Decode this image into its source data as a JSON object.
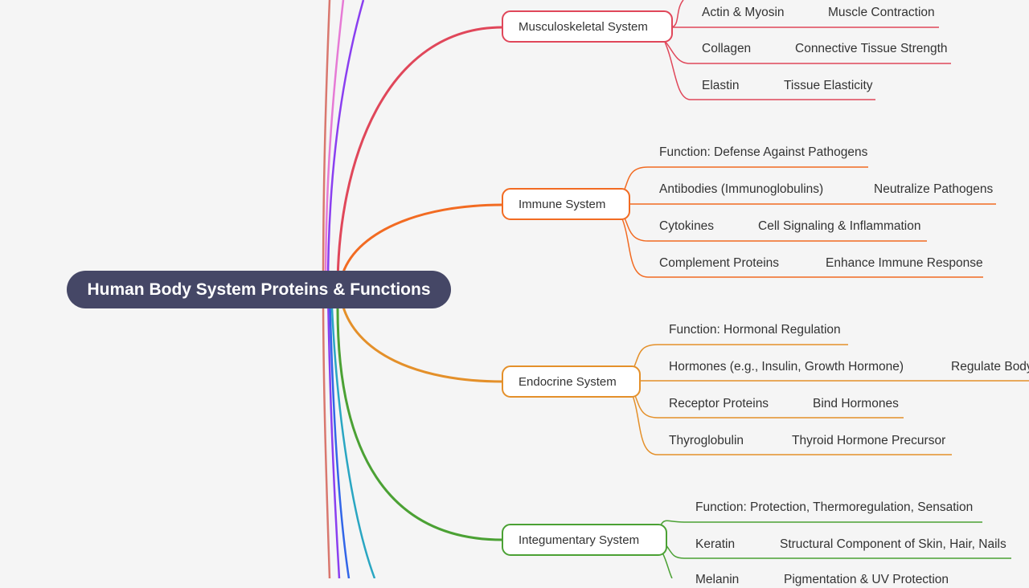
{
  "root": {
    "label": "Human Body System Proteins & Functions"
  },
  "colors": {
    "root_bg": "#454766",
    "musculoskeletal": "#e0475a",
    "immune": "#f26b22",
    "endocrine": "#e4902a",
    "integumentary": "#4ba134",
    "edge_lines": [
      "#d9776e",
      "#e67ad5",
      "#8a3ff0",
      "#3266e8",
      "#2aa6c2"
    ]
  },
  "branches": {
    "musculoskeletal": {
      "label": "Musculoskeletal System",
      "items": [
        {
          "protein": "Actin & Myosin",
          "function": "Muscle Contraction"
        },
        {
          "protein": "Collagen",
          "function": "Connective Tissue Strength"
        },
        {
          "protein": "Elastin",
          "function": "Tissue Elasticity"
        }
      ]
    },
    "immune": {
      "label": "Immune System",
      "function": "Function: Defense Against Pathogens",
      "items": [
        {
          "protein": "Antibodies (Immunoglobulins)",
          "function": "Neutralize Pathogens"
        },
        {
          "protein": "Cytokines",
          "function": "Cell Signaling & Inflammation"
        },
        {
          "protein": "Complement Proteins",
          "function": "Enhance Immune Response"
        }
      ]
    },
    "endocrine": {
      "label": "Endocrine System",
      "function": "Function: Hormonal Regulation",
      "items": [
        {
          "protein": "Hormones (e.g., Insulin, Growth Hormone)",
          "function": "Regulate Body"
        },
        {
          "protein": "Receptor Proteins",
          "function": "Bind Hormones"
        },
        {
          "protein": "Thyroglobulin",
          "function": "Thyroid Hormone Precursor"
        }
      ]
    },
    "integumentary": {
      "label": "Integumentary System",
      "function": "Function: Protection, Thermoregulation, Sensation",
      "items": [
        {
          "protein": "Keratin",
          "function": "Structural Component of Skin, Hair, Nails"
        },
        {
          "protein": "Melanin",
          "function": "Pigmentation & UV Protection"
        }
      ]
    }
  }
}
